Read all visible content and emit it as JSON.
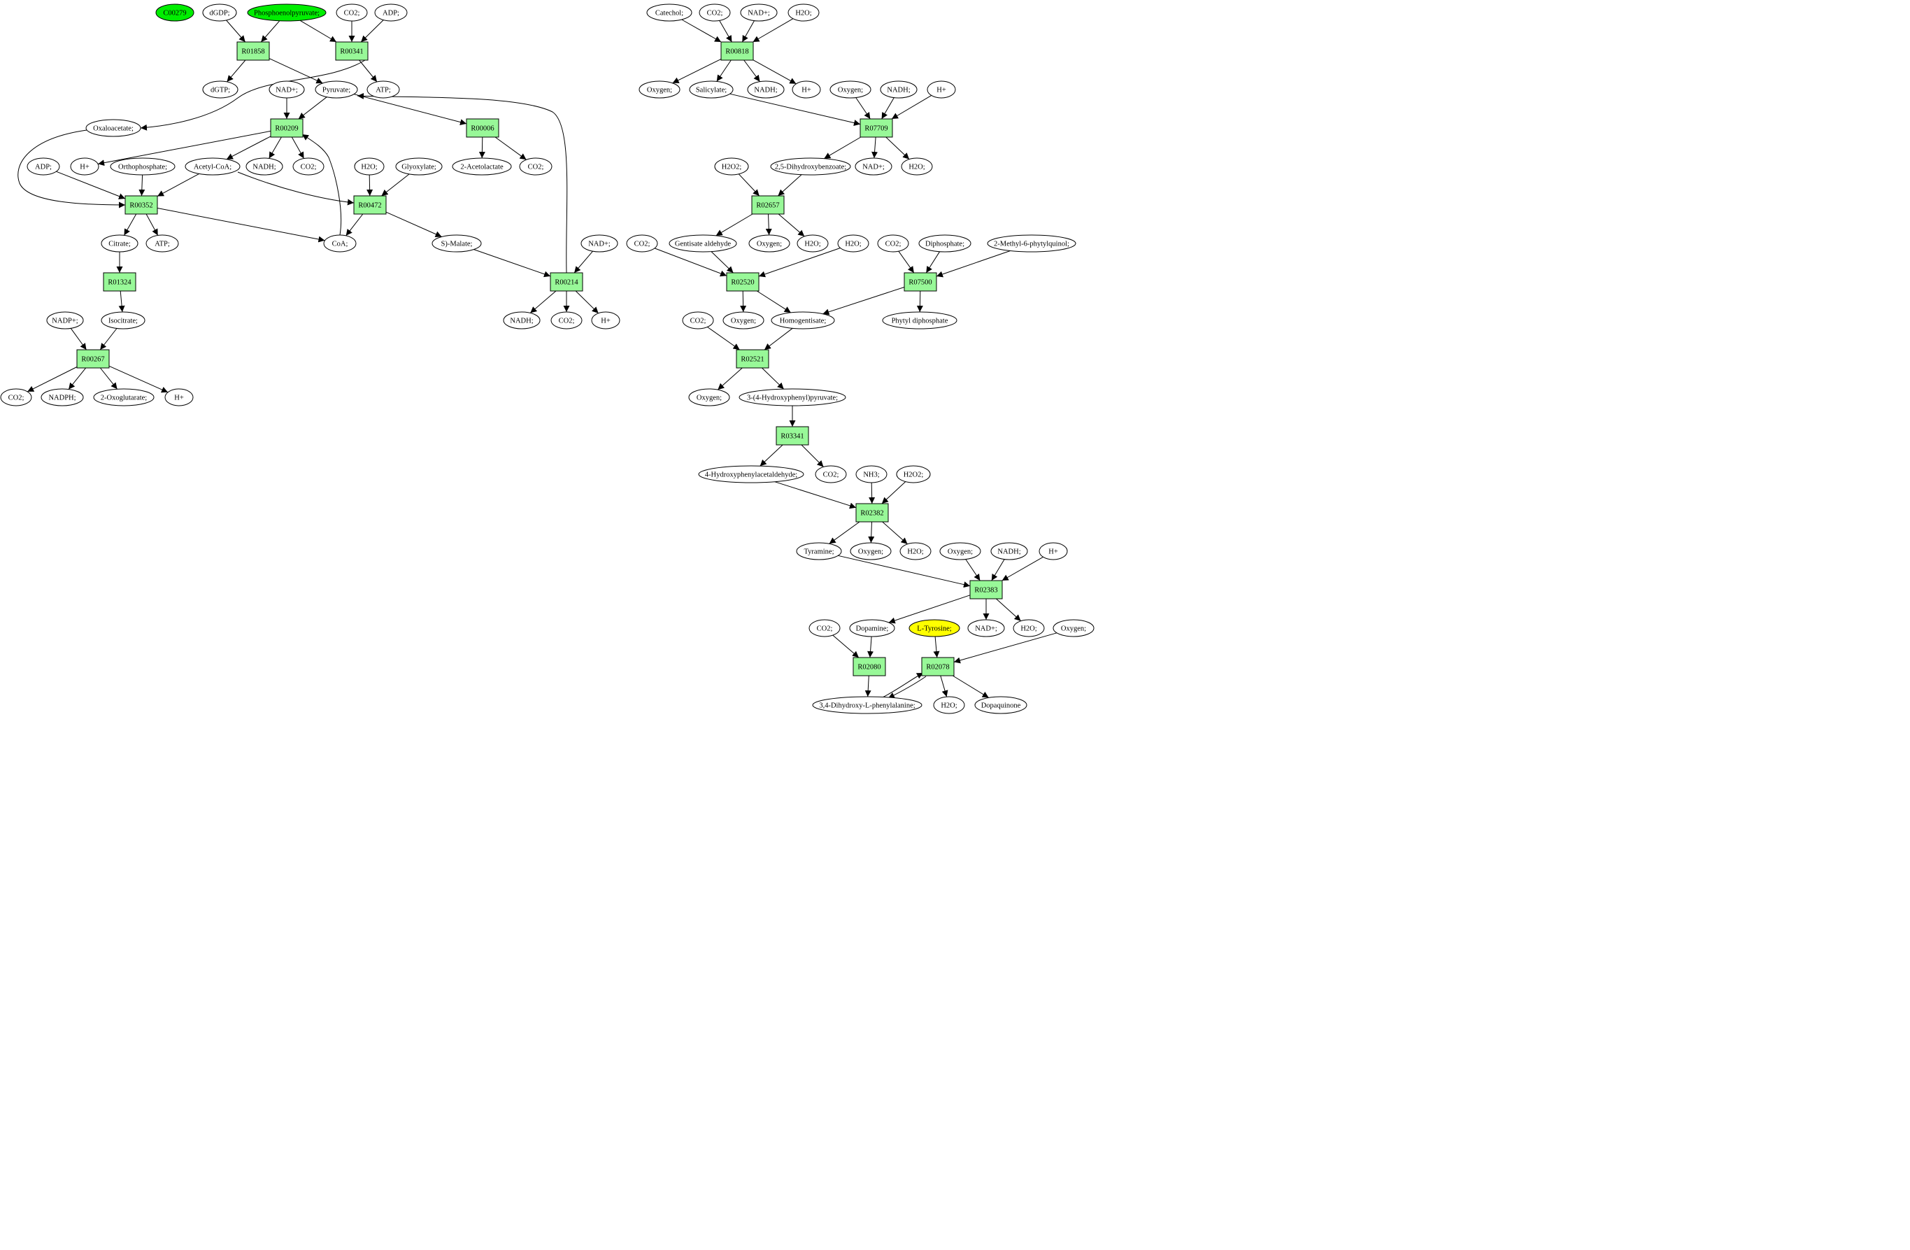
{
  "colors": {
    "reaction_fill": "#98f898",
    "metabolite_fill": "#ffffff",
    "highlight_green": "#00ee00",
    "highlight_yellow": "#ffff00"
  },
  "nodes": [
    {
      "id": "m1",
      "label": "C00279",
      "type": "metabolite",
      "color": "#00ee00"
    },
    {
      "id": "m2",
      "label": "dGDP;",
      "type": "metabolite"
    },
    {
      "id": "m3",
      "label": "Phosphoenolpyruvate;",
      "type": "metabolite",
      "color": "#00ee00"
    },
    {
      "id": "m4",
      "label": "CO2;",
      "type": "metabolite"
    },
    {
      "id": "m5",
      "label": "ADP;",
      "type": "metabolite"
    },
    {
      "id": "r1",
      "label": "R01858",
      "type": "reaction"
    },
    {
      "id": "r2",
      "label": "R00341",
      "type": "reaction"
    },
    {
      "id": "m6",
      "label": "dGTP;",
      "type": "metabolite"
    },
    {
      "id": "m7",
      "label": "NAD+;",
      "type": "metabolite"
    },
    {
      "id": "m8",
      "label": "Pyruvate;",
      "type": "metabolite"
    },
    {
      "id": "m9",
      "label": "ATP;",
      "type": "metabolite"
    },
    {
      "id": "m10",
      "label": "Oxaloacetate;",
      "type": "metabolite"
    },
    {
      "id": "r3",
      "label": "R00209",
      "type": "reaction"
    },
    {
      "id": "r4",
      "label": "R00006",
      "type": "reaction"
    },
    {
      "id": "m11",
      "label": "ADP;",
      "type": "metabolite"
    },
    {
      "id": "m12",
      "label": "H+",
      "type": "metabolite"
    },
    {
      "id": "m13",
      "label": "Orthophosphate;",
      "type": "metabolite"
    },
    {
      "id": "m14",
      "label": "Acetyl-CoA;",
      "type": "metabolite"
    },
    {
      "id": "m15",
      "label": "NADH;",
      "type": "metabolite"
    },
    {
      "id": "m16",
      "label": "CO2;",
      "type": "metabolite"
    },
    {
      "id": "m17",
      "label": "H2O;",
      "type": "metabolite"
    },
    {
      "id": "m18",
      "label": "Glyoxylate;",
      "type": "metabolite"
    },
    {
      "id": "m19",
      "label": "2-Acetolactate",
      "type": "metabolite"
    },
    {
      "id": "m20",
      "label": "CO2;",
      "type": "metabolite"
    },
    {
      "id": "r5",
      "label": "R00352",
      "type": "reaction"
    },
    {
      "id": "r6",
      "label": "R00472",
      "type": "reaction"
    },
    {
      "id": "m21",
      "label": "Citrate;",
      "type": "metabolite"
    },
    {
      "id": "m22",
      "label": "ATP;",
      "type": "metabolite"
    },
    {
      "id": "m23",
      "label": "CoA;",
      "type": "metabolite"
    },
    {
      "id": "m24",
      "label": "S)-Malate;",
      "type": "metabolite"
    },
    {
      "id": "m25",
      "label": "NAD+;",
      "type": "metabolite"
    },
    {
      "id": "r7",
      "label": "R01324",
      "type": "reaction"
    },
    {
      "id": "r8",
      "label": "R00214",
      "type": "reaction"
    },
    {
      "id": "m26",
      "label": "NADP+;",
      "type": "metabolite"
    },
    {
      "id": "m27",
      "label": "Isocitrate;",
      "type": "metabolite"
    },
    {
      "id": "m28",
      "label": "NADH;",
      "type": "metabolite"
    },
    {
      "id": "m29",
      "label": "CO2;",
      "type": "metabolite"
    },
    {
      "id": "m30",
      "label": "H+",
      "type": "metabolite"
    },
    {
      "id": "r9",
      "label": "R00267",
      "type": "reaction"
    },
    {
      "id": "m31",
      "label": "CO2;",
      "type": "metabolite"
    },
    {
      "id": "m32",
      "label": "NADPH;",
      "type": "metabolite"
    },
    {
      "id": "m33",
      "label": "2-Oxoglutarate;",
      "type": "metabolite"
    },
    {
      "id": "m34",
      "label": "H+",
      "type": "metabolite"
    },
    {
      "id": "n1",
      "label": "Catechol;",
      "type": "metabolite"
    },
    {
      "id": "n2",
      "label": "CO2;",
      "type": "metabolite"
    },
    {
      "id": "n3",
      "label": "NAD+;",
      "type": "metabolite"
    },
    {
      "id": "n4",
      "label": "H2O;",
      "type": "metabolite"
    },
    {
      "id": "q1",
      "label": "R00818",
      "type": "reaction"
    },
    {
      "id": "n5",
      "label": "Oxygen;",
      "type": "metabolite"
    },
    {
      "id": "n6",
      "label": "Salicylate;",
      "type": "metabolite"
    },
    {
      "id": "n7",
      "label": "NADH;",
      "type": "metabolite"
    },
    {
      "id": "n8",
      "label": "H+",
      "type": "metabolite"
    },
    {
      "id": "n9",
      "label": "Oxygen;",
      "type": "metabolite"
    },
    {
      "id": "n10",
      "label": "NADH;",
      "type": "metabolite"
    },
    {
      "id": "n11",
      "label": "H+",
      "type": "metabolite"
    },
    {
      "id": "q2",
      "label": "R07709",
      "type": "reaction"
    },
    {
      "id": "n12",
      "label": "H2O2;",
      "type": "metabolite"
    },
    {
      "id": "n13",
      "label": "2,5-Dihydroxybenzoate;",
      "type": "metabolite"
    },
    {
      "id": "n14",
      "label": "NAD+;",
      "type": "metabolite"
    },
    {
      "id": "n15",
      "label": "H2O;",
      "type": "metabolite"
    },
    {
      "id": "q3",
      "label": "R02657",
      "type": "reaction"
    },
    {
      "id": "n16",
      "label": "CO2;",
      "type": "metabolite"
    },
    {
      "id": "n17",
      "label": "Gentisate aldehyde",
      "type": "metabolite"
    },
    {
      "id": "n18",
      "label": "Oxygen;",
      "type": "metabolite"
    },
    {
      "id": "n19",
      "label": "H2O;",
      "type": "metabolite"
    },
    {
      "id": "n20",
      "label": "H2O;",
      "type": "metabolite"
    },
    {
      "id": "n21",
      "label": "CO2;",
      "type": "metabolite"
    },
    {
      "id": "n22",
      "label": "Diphosphate;",
      "type": "metabolite"
    },
    {
      "id": "n23",
      "label": "2-Methyl-6-phytylquinol;",
      "type": "metabolite"
    },
    {
      "id": "q4",
      "label": "R02520",
      "type": "reaction"
    },
    {
      "id": "q5",
      "label": "R07500",
      "type": "reaction"
    },
    {
      "id": "n24",
      "label": "CO2;",
      "type": "metabolite"
    },
    {
      "id": "n25",
      "label": "Oxygen;",
      "type": "metabolite"
    },
    {
      "id": "n26",
      "label": "Homogentisate;",
      "type": "metabolite"
    },
    {
      "id": "n27",
      "label": "Phytyl diphosphate",
      "type": "metabolite"
    },
    {
      "id": "q6",
      "label": "R02521",
      "type": "reaction"
    },
    {
      "id": "n28",
      "label": "Oxygen;",
      "type": "metabolite"
    },
    {
      "id": "n29",
      "label": "3-(4-Hydroxyphenyl)pyruvate;",
      "type": "metabolite"
    },
    {
      "id": "q7",
      "label": "R03341",
      "type": "reaction"
    },
    {
      "id": "n30",
      "label": "4-Hydroxyphenylacetaldehyde;",
      "type": "metabolite"
    },
    {
      "id": "n31",
      "label": "CO2;",
      "type": "metabolite"
    },
    {
      "id": "n32",
      "label": "NH3;",
      "type": "metabolite"
    },
    {
      "id": "n33",
      "label": "H2O2;",
      "type": "metabolite"
    },
    {
      "id": "q8",
      "label": "R02382",
      "type": "reaction"
    },
    {
      "id": "n34",
      "label": "Tyramine;",
      "type": "metabolite"
    },
    {
      "id": "n35",
      "label": "Oxygen;",
      "type": "metabolite"
    },
    {
      "id": "n36",
      "label": "H2O;",
      "type": "metabolite"
    },
    {
      "id": "n37",
      "label": "Oxygen;",
      "type": "metabolite"
    },
    {
      "id": "n38",
      "label": "NADH;",
      "type": "metabolite"
    },
    {
      "id": "n39",
      "label": "H+",
      "type": "metabolite"
    },
    {
      "id": "q9",
      "label": "R02383",
      "type": "reaction"
    },
    {
      "id": "n40",
      "label": "CO2;",
      "type": "metabolite"
    },
    {
      "id": "n41",
      "label": "Dopamine;",
      "type": "metabolite"
    },
    {
      "id": "n42",
      "label": "L-Tyrosine;",
      "type": "metabolite",
      "color": "#ffff00"
    },
    {
      "id": "n43",
      "label": "NAD+;",
      "type": "metabolite"
    },
    {
      "id": "n44",
      "label": "H2O;",
      "type": "metabolite"
    },
    {
      "id": "n45",
      "label": "Oxygen;",
      "type": "metabolite"
    },
    {
      "id": "q10",
      "label": "R02080",
      "type": "reaction"
    },
    {
      "id": "q11",
      "label": "R02078",
      "type": "reaction"
    },
    {
      "id": "n46",
      "label": "3,4-Dihydroxy-L-phenylalanine;",
      "type": "metabolite"
    },
    {
      "id": "n47",
      "label": "H2O;",
      "type": "metabolite"
    },
    {
      "id": "n48",
      "label": "Dopaquinone",
      "type": "metabolite"
    }
  ],
  "edges": [
    [
      "m2",
      "r1"
    ],
    [
      "m3",
      "r1"
    ],
    [
      "m3",
      "r2"
    ],
    [
      "m4",
      "r2"
    ],
    [
      "m5",
      "r2"
    ],
    [
      "r1",
      "m6"
    ],
    [
      "r1",
      "m8"
    ],
    [
      "r2",
      "m9"
    ],
    [
      "r2",
      "m10"
    ],
    [
      "m7",
      "r3"
    ],
    [
      "m8",
      "r3"
    ],
    [
      "m8",
      "r4"
    ],
    [
      "m23",
      "r3"
    ],
    [
      "r3",
      "m12"
    ],
    [
      "r3",
      "m14"
    ],
    [
      "r3",
      "m15"
    ],
    [
      "r3",
      "m16"
    ],
    [
      "r4",
      "m19"
    ],
    [
      "r4",
      "m20"
    ],
    [
      "m10",
      "r5"
    ],
    [
      "m11",
      "r5"
    ],
    [
      "m13",
      "r5"
    ],
    [
      "m14",
      "r5"
    ],
    [
      "m14",
      "r6"
    ],
    [
      "m17",
      "r6"
    ],
    [
      "m18",
      "r6"
    ],
    [
      "r5",
      "m21"
    ],
    [
      "r5",
      "m22"
    ],
    [
      "r5",
      "m23"
    ],
    [
      "r6",
      "m23"
    ],
    [
      "r6",
      "m24"
    ],
    [
      "m21",
      "r7"
    ],
    [
      "r7",
      "m27"
    ],
    [
      "m24",
      "r8"
    ],
    [
      "m25",
      "r8"
    ],
    [
      "r8",
      "m8"
    ],
    [
      "r8",
      "m28"
    ],
    [
      "r8",
      "m29"
    ],
    [
      "r8",
      "m30"
    ],
    [
      "m26",
      "r9"
    ],
    [
      "m27",
      "r9"
    ],
    [
      "r9",
      "m31"
    ],
    [
      "r9",
      "m32"
    ],
    [
      "r9",
      "m33"
    ],
    [
      "r9",
      "m34"
    ],
    [
      "n1",
      "q1"
    ],
    [
      "n2",
      "q1"
    ],
    [
      "n3",
      "q1"
    ],
    [
      "n4",
      "q1"
    ],
    [
      "q1",
      "n5"
    ],
    [
      "q1",
      "n6"
    ],
    [
      "q1",
      "n7"
    ],
    [
      "q1",
      "n8"
    ],
    [
      "n6",
      "q2"
    ],
    [
      "n9",
      "q2"
    ],
    [
      "n10",
      "q2"
    ],
    [
      "n11",
      "q2"
    ],
    [
      "q2",
      "n13"
    ],
    [
      "q2",
      "n14"
    ],
    [
      "q2",
      "n15"
    ],
    [
      "n12",
      "q3"
    ],
    [
      "n13",
      "q3"
    ],
    [
      "q3",
      "n17"
    ],
    [
      "q3",
      "n18"
    ],
    [
      "q3",
      "n19"
    ],
    [
      "n16",
      "q4"
    ],
    [
      "n17",
      "q4"
    ],
    [
      "n20",
      "q4"
    ],
    [
      "n21",
      "q5"
    ],
    [
      "n22",
      "q5"
    ],
    [
      "n23",
      "q5"
    ],
    [
      "q4",
      "n25"
    ],
    [
      "q4",
      "n26"
    ],
    [
      "q5",
      "n26"
    ],
    [
      "q5",
      "n27"
    ],
    [
      "n24",
      "q6"
    ],
    [
      "n26",
      "q6"
    ],
    [
      "q6",
      "n28"
    ],
    [
      "q6",
      "n29"
    ],
    [
      "n29",
      "q7"
    ],
    [
      "q7",
      "n30"
    ],
    [
      "q7",
      "n31"
    ],
    [
      "n30",
      "q8"
    ],
    [
      "n32",
      "q8"
    ],
    [
      "n33",
      "q8"
    ],
    [
      "q8",
      "n34"
    ],
    [
      "q8",
      "n35"
    ],
    [
      "q8",
      "n36"
    ],
    [
      "n34",
      "q9"
    ],
    [
      "n37",
      "q9"
    ],
    [
      "n38",
      "q9"
    ],
    [
      "n39",
      "q9"
    ],
    [
      "q9",
      "n41"
    ],
    [
      "q9",
      "n43"
    ],
    [
      "q9",
      "n44"
    ],
    [
      "n40",
      "q10"
    ],
    [
      "n41",
      "q10"
    ],
    [
      "q10",
      "n46"
    ],
    [
      "n42",
      "q11"
    ],
    [
      "n45",
      "q11"
    ],
    [
      "n46",
      "q11"
    ],
    [
      "q11",
      "n46"
    ],
    [
      "q11",
      "n47"
    ],
    [
      "q11",
      "n48"
    ]
  ]
}
